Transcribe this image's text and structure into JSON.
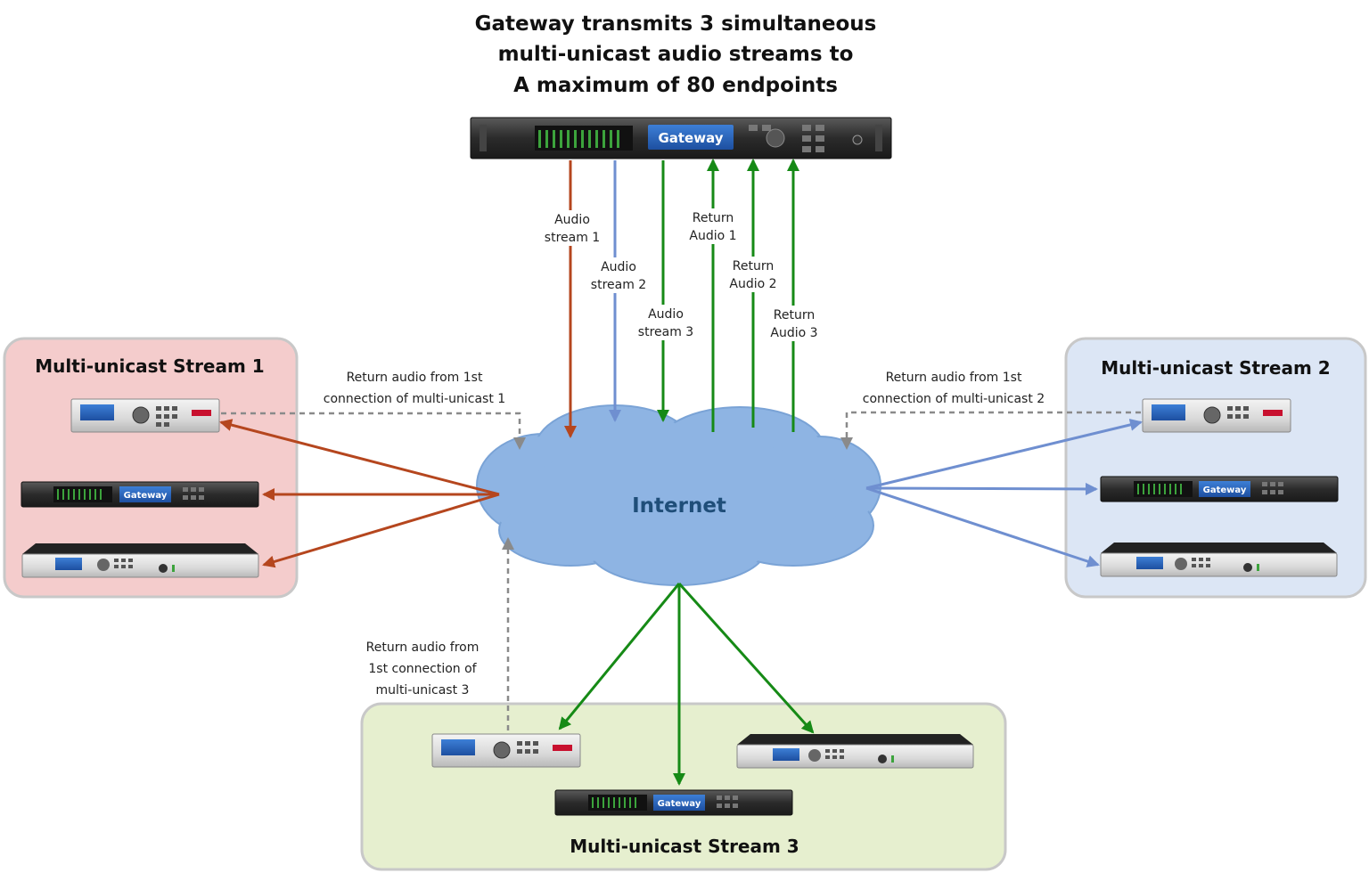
{
  "title": {
    "lines": [
      "Gateway transmits 3 simultaneous",
      "multi-unicast audio streams to",
      "A maximum of 80 endpoints"
    ]
  },
  "gateway_label": "Gateway",
  "internet_label": "Internet",
  "groups": [
    {
      "title": "Multi-unicast Stream 1",
      "color": "#f4cccc"
    },
    {
      "title": "Multi-unicast Stream 2",
      "color": "#dce6f5"
    },
    {
      "title": "Multi-unicast Stream 3",
      "color": "#e6efcf"
    }
  ],
  "stream_labels": [
    [
      "Audio",
      "stream 1"
    ],
    [
      "Audio",
      "stream 2"
    ],
    [
      "Audio",
      "stream 3"
    ],
    [
      "Return",
      "Audio 1"
    ],
    [
      "Return",
      "Audio 2"
    ],
    [
      "Return",
      "Audio 3"
    ]
  ],
  "return_notes": [
    [
      "Return audio from 1st",
      "connection of multi-unicast 1"
    ],
    [
      "Return audio from 1st",
      "connection of multi-unicast 2"
    ],
    [
      "Return audio from",
      "1st connection of",
      "multi-unicast 3"
    ]
  ],
  "colors": {
    "stream1": "#b5461e",
    "stream2": "#6f8fd0",
    "stream3": "#168a16",
    "dashed": "#8a8a8a",
    "cloud": "#8eb4e3"
  }
}
